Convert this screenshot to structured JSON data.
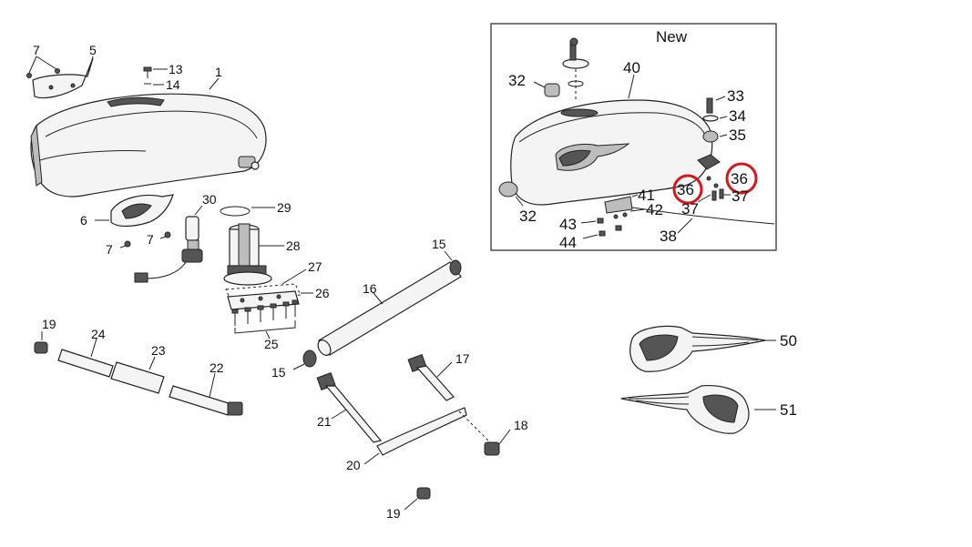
{
  "diagram": {
    "inset_title": "New",
    "labels": {
      "p1": "1",
      "p5": "5",
      "p6": "6",
      "p7a": "7",
      "p7b": "7",
      "p7c": "7",
      "p13": "13",
      "p14": "14",
      "p15a": "15",
      "p15b": "15",
      "p16": "16",
      "p17": "17",
      "p18": "18",
      "p19a": "19",
      "p19b": "19",
      "p20": "20",
      "p21": "21",
      "p22": "22",
      "p23": "23",
      "p24": "24",
      "p25": "25",
      "p26": "26",
      "p27": "27",
      "p28": "28",
      "p29": "29",
      "p30": "30",
      "p32a": "32",
      "p32b": "32",
      "p33": "33",
      "p34": "34",
      "p35": "35",
      "p36a": "36",
      "p36b": "36",
      "p37a": "37",
      "p37b": "37",
      "p38": "38",
      "p40": "40",
      "p41": "41",
      "p42": "42",
      "p43": "43",
      "p44": "44",
      "p50": "50",
      "p51": "51"
    },
    "highlight_color": "#d8151b"
  }
}
